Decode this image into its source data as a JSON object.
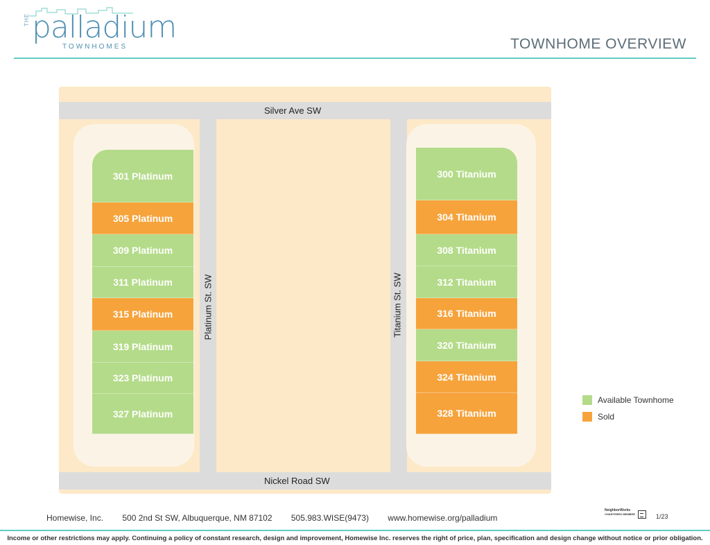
{
  "header": {
    "logo_the": "THE",
    "logo_word": "palladium",
    "logo_sub": "TOWNHOMES",
    "title": "TOWNHOME OVERVIEW"
  },
  "streets": {
    "north": "Silver Ave SW",
    "south": "Nickel Road SW",
    "west": "Platinum St. SW",
    "east": "Titanium St. SW"
  },
  "lots_west": [
    {
      "label": "301 Platinum",
      "status": "available"
    },
    {
      "label": "305 Platinum",
      "status": "sold"
    },
    {
      "label": "309 Platinum",
      "status": "available"
    },
    {
      "label": "311 Platinum",
      "status": "available"
    },
    {
      "label": "315 Platinum",
      "status": "sold"
    },
    {
      "label": "319 Platinum",
      "status": "available"
    },
    {
      "label": "323 Platinum",
      "status": "available"
    },
    {
      "label": "327 Platinum",
      "status": "available"
    }
  ],
  "lots_east": [
    {
      "label": "300 Titanium",
      "status": "available"
    },
    {
      "label": "304 Titanium",
      "status": "sold"
    },
    {
      "label": "308 Titanium",
      "status": "available"
    },
    {
      "label": "312 Titanium",
      "status": "available"
    },
    {
      "label": "316 Titanium",
      "status": "sold"
    },
    {
      "label": "320 Titanium",
      "status": "available"
    },
    {
      "label": "324 Titanium",
      "status": "sold"
    },
    {
      "label": "328 Titanium",
      "status": "sold"
    }
  ],
  "legend": {
    "available_label": "Available Townhome",
    "sold_label": "Sold"
  },
  "colors": {
    "available": "#b4db89",
    "sold": "#f6a33c",
    "accent": "#5ecdc3"
  },
  "footer": {
    "company": "Homewise, Inc.",
    "address": "500 2nd St SW, Albuquerque, NM 87102",
    "phone": "505.983.WISE(9473)",
    "website": "www.homewise.org/palladium",
    "neighborworks": "NeighborWorks",
    "neighborworks_sub": "CHARTERED MEMBER",
    "page": "1/23",
    "disclaimer": "Income or other restrictions may apply. Continuing a policy of constant research, design and improvement, Homewise Inc. reserves the right of price, plan, specification and design change without notice or prior obligation."
  }
}
